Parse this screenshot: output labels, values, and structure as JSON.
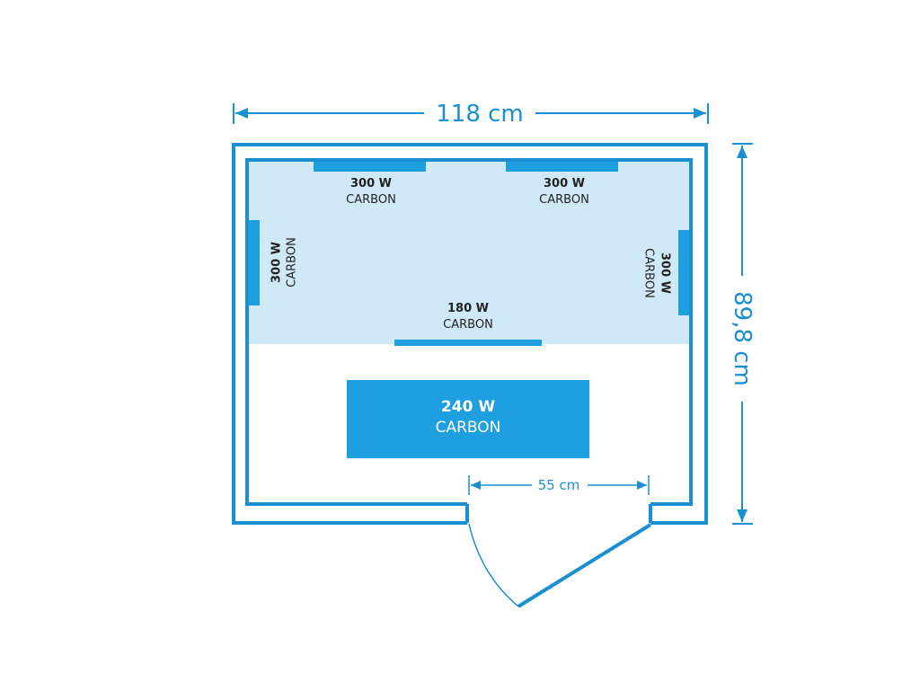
{
  "dimensions": {
    "width_label": "118 cm",
    "depth_label": "89,8 cm",
    "door_label": "55 cm"
  },
  "heaters": {
    "back_left": {
      "watt": "300 W",
      "type": "CARBON"
    },
    "back_right": {
      "watt": "300 W",
      "type": "CARBON"
    },
    "side_left": {
      "watt": "300 W",
      "type": "CARBON"
    },
    "side_right": {
      "watt": "300 W",
      "type": "CARBON"
    },
    "bench_front": {
      "watt": "180 W",
      "type": "CARBON"
    },
    "floor": {
      "watt": "240 W",
      "type": "CARBON"
    }
  },
  "colors": {
    "accent": "#1a8fd1",
    "heated_zone": "#cfe9f7",
    "floor_panel": "#1ea0e0"
  }
}
